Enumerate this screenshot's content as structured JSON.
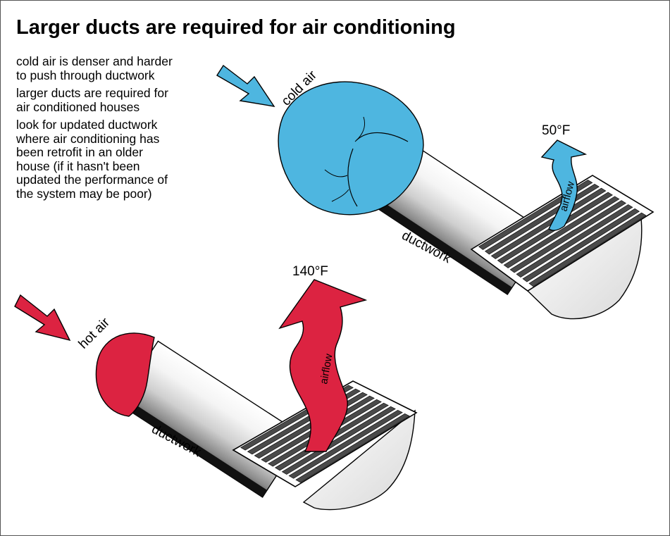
{
  "title": "Larger ducts are required for air conditioning",
  "notes": [
    "cold air is denser and harder\nto push through ductwork",
    "larger ducts are required for\nair conditioned houses",
    "look for updated ductwork\nwhere air conditioning has\nbeen retrofit in an older\nhouse (if it hasn't been\nupdated the performance of\nthe system may be poor)"
  ],
  "cold_system": {
    "inlet_label": "cold air",
    "temperature": "50°F",
    "airflow_label": "airflow",
    "duct_label": "ductwork",
    "color": "#4eb6e0"
  },
  "hot_system": {
    "inlet_label": "hot air",
    "temperature": "140°F",
    "airflow_label": "airflow",
    "duct_label": "ductwork",
    "color": "#dc2341"
  }
}
